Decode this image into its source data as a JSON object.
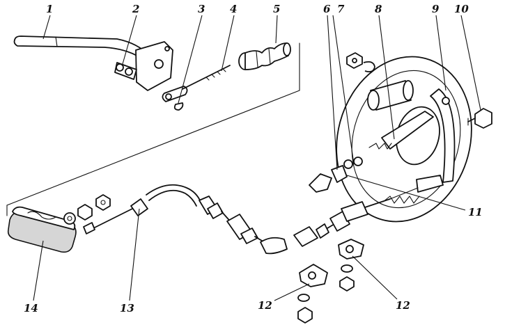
{
  "labels": [
    {
      "id": "1",
      "text": "1"
    },
    {
      "id": "2",
      "text": "2"
    },
    {
      "id": "3",
      "text": "3"
    },
    {
      "id": "4",
      "text": "4"
    },
    {
      "id": "5",
      "text": "5"
    },
    {
      "id": "6",
      "text": "6"
    },
    {
      "id": "7",
      "text": "7"
    },
    {
      "id": "8",
      "text": "8"
    },
    {
      "id": "9",
      "text": "9"
    },
    {
      "id": "10",
      "text": "10"
    },
    {
      "id": "11",
      "text": "11"
    },
    {
      "id": "12a",
      "text": "12"
    },
    {
      "id": "12b",
      "text": "12"
    },
    {
      "id": "13",
      "text": "13"
    },
    {
      "id": "14",
      "text": "14"
    }
  ]
}
